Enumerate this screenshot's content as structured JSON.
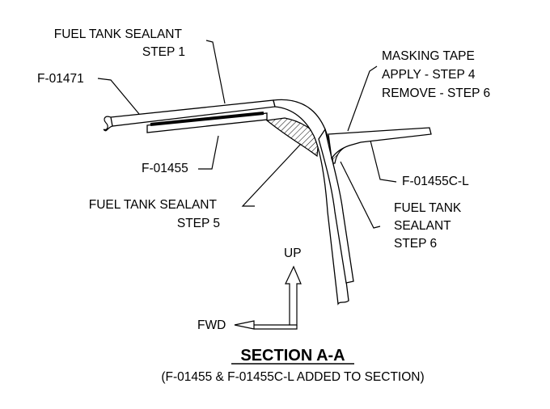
{
  "labels": {
    "sealant_step1_line1": "FUEL TANK SEALANT",
    "sealant_step1_line2": "STEP 1",
    "part_f01471": "F-01471",
    "masking_line1": "MASKING TAPE",
    "masking_line2": "APPLY - STEP 4",
    "masking_line3": "REMOVE - STEP 6",
    "part_f01455": "F-01455",
    "part_f01455cl": "F-01455C-L",
    "sealant_step5_line1": "FUEL TANK SEALANT",
    "sealant_step5_line2": "STEP 5",
    "sealant_step6_line1": "FUEL TANK",
    "sealant_step6_line2": "SEALANT",
    "sealant_step6_line3": "STEP 6",
    "up": "UP",
    "fwd": "FWD"
  },
  "section_title": "SECTION A-A",
  "section_subtitle": "(F-01455 & F-01455C-L ADDED TO SECTION)"
}
